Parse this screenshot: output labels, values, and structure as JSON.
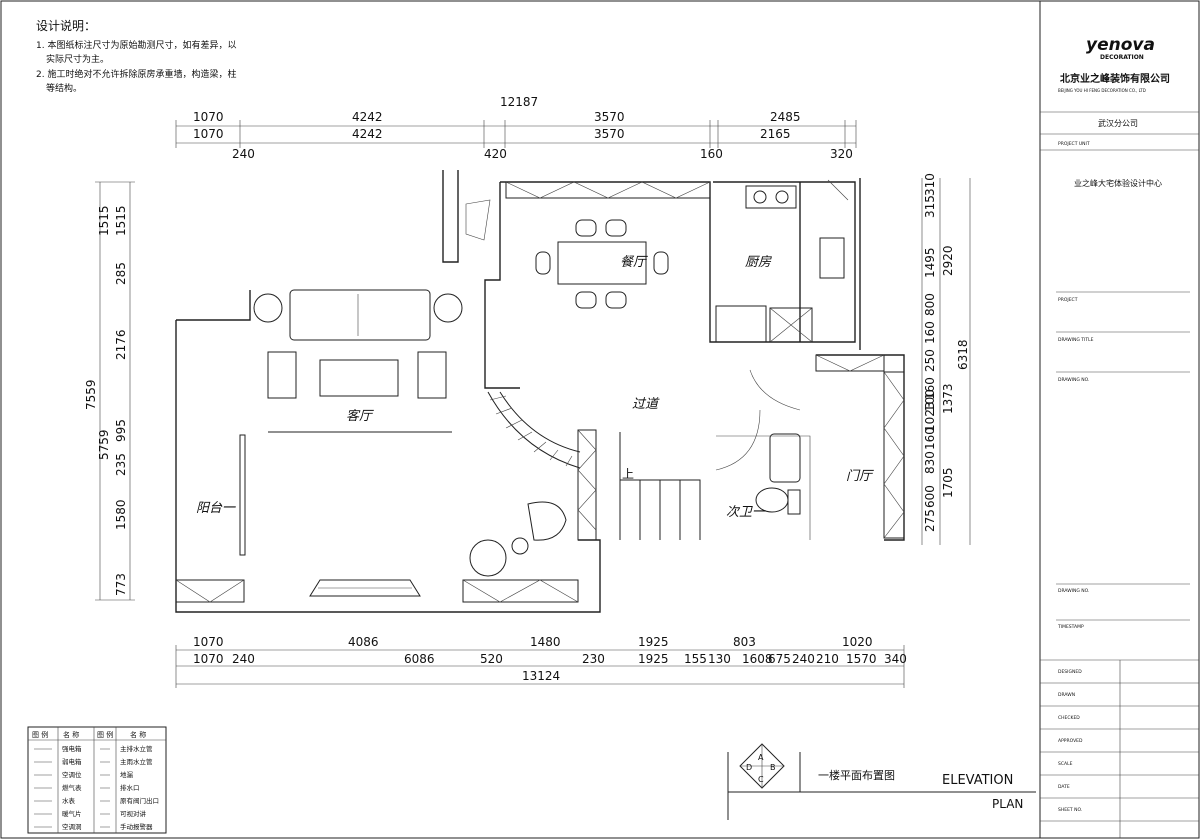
{
  "notes": {
    "title": "设计说明：",
    "line1": "1. 本图纸标注尺寸为原始勘测尺寸，如有差异，以",
    "line2": "实际尺寸为主。",
    "line3": "2. 施工时绝对不允许拆除原房承重墙，构造梁，柱",
    "line4": "等结构。"
  },
  "dims_top": {
    "total": "12187",
    "row1": [
      "1070",
      "4242",
      "3570",
      "2485"
    ],
    "row2": [
      "1070",
      "4242",
      "3570",
      "2165"
    ],
    "row3": [
      "240",
      "420",
      "160",
      "320"
    ]
  },
  "dims_bottom": {
    "row1": [
      "1070",
      "4086",
      "1480",
      "1925",
      "803",
      "1020"
    ],
    "row2": [
      "1070",
      "240",
      "6086",
      "520",
      "230",
      "1925",
      "155",
      "130",
      "1608",
      "675",
      "240",
      "210",
      "1570",
      "340"
    ],
    "total": "13124"
  },
  "dims_left": {
    "total": "7559",
    "inner": "5759",
    "col1": [
      "1515",
      "285",
      "2176",
      "995",
      "235",
      "1580",
      "773"
    ],
    "col2": [
      "1515"
    ]
  },
  "dims_right": {
    "total": "6318",
    "col1": [
      "315",
      "310",
      "1495",
      "2920",
      "800",
      "160",
      "250",
      "160",
      "1023",
      "100",
      "160",
      "1373",
      "830",
      "1705",
      "275",
      "600"
    ]
  },
  "rooms": {
    "dining": "餐厅",
    "kitchen": "厨房",
    "living": "客厅",
    "corridor": "过道",
    "balcony": "阳台一",
    "bathroom": "次卫一",
    "foyer": "门厅",
    "stairs_up": "上"
  },
  "legend": {
    "headers": [
      "图 例",
      "名 称",
      "图 例",
      "名 称"
    ],
    "rows": [
      [
        "强电箱",
        "主排水立管"
      ],
      [
        "弱电箱",
        "主雨水立管"
      ],
      [
        "空调位",
        "地漏"
      ],
      [
        "燃气表",
        "排水口"
      ],
      [
        "水表",
        "原有阀门出口"
      ],
      [
        "暖气片",
        "可视对讲"
      ],
      [
        "空调洞",
        "手动报警器"
      ]
    ]
  },
  "title_block": {
    "drawing_name": "一楼平面布置图",
    "elevation": "ELEVATION",
    "plan": "PLAN",
    "compass": [
      "A",
      "B",
      "C",
      "D"
    ]
  },
  "side_panel": {
    "brand": "yenova",
    "brand_sub": "DECORATION",
    "company": "北京业之峰装饰有限公司",
    "company_en": "BEIJING YOU HI FENG DECORATION CO., LTD",
    "branch": "武汉分公司",
    "project_label": "PROJECT UNIT",
    "design_center": "业之峰大宅体验设计中心",
    "fields": [
      "PROJECT",
      "DRAWING TITLE",
      "DRAWING NO.",
      "DRAWING NO.",
      "TIMESTAMP",
      "DESIGNED",
      "DRAWN",
      "CHECKED",
      "APPROVED",
      "SCALE",
      "DATE",
      "SHEET NO."
    ]
  },
  "colors": {
    "ink": "#111111",
    "paper": "#ffffff",
    "grid": "#444444"
  }
}
